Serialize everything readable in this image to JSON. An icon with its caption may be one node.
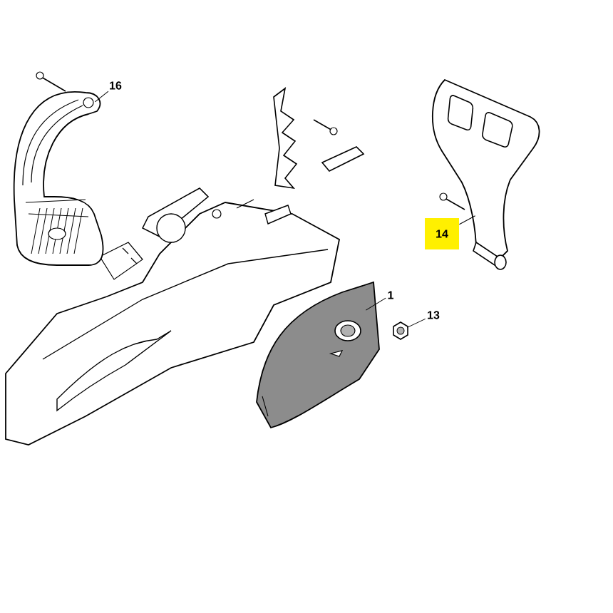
{
  "diagram": {
    "nodes": [
      {
        "text": [
          "16"
        ]
      },
      {
        "text": [],
        "shape": "picture"
      },
      {
        "text": [
          "1"
        ]
      },
      {
        "text": [],
        "shape": "picture"
      },
      {
        "text": [
          "13"
        ]
      },
      {
        "text": [],
        "shape": "picture"
      },
      {
        "text": [
          "14"
        ]
      },
      {
        "text": [],
        "shape": "picture"
      }
    ],
    "edges": [
      {
        "from": 0,
        "to": 1,
        "arrow": "none"
      },
      {
        "from": 2,
        "to": 3,
        "arrow": "none"
      },
      {
        "from": 4,
        "to": 5,
        "arrow": "none"
      },
      {
        "from": 6,
        "to": 7,
        "arrow": "none"
      }
    ]
  }
}
